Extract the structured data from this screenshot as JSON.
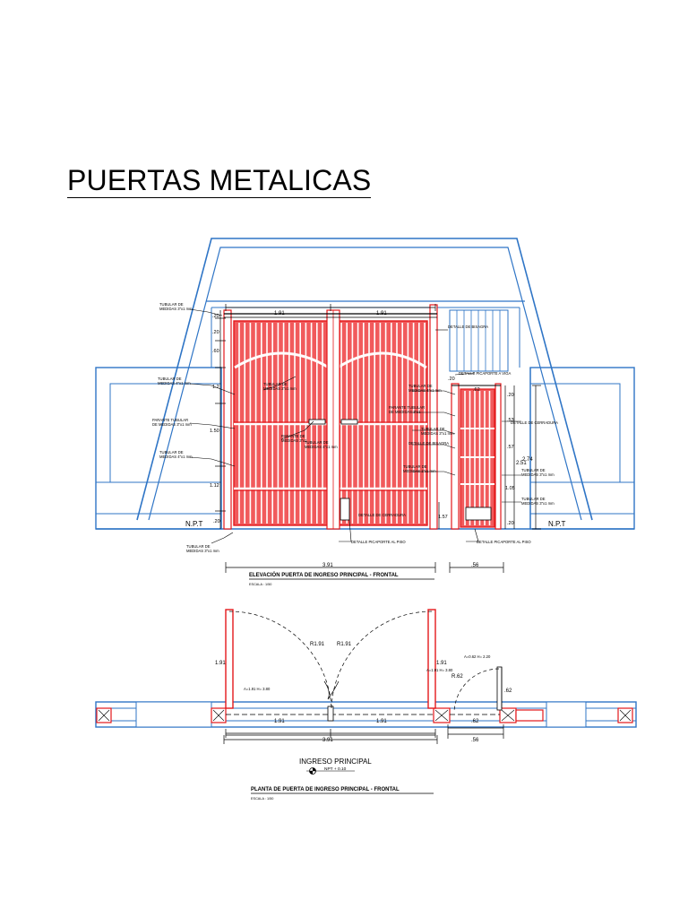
{
  "title": "PUERTAS METALICAS",
  "elevation": {
    "caption": "ELEVACIÓN PUERTA DE INGRESO PRINCIPAL - FRONTAL",
    "scale": "ESCALA : 1/50",
    "npt_left": "N.P.T",
    "npt_right": "N.P.T",
    "dims": {
      "leaf_left": "1.91",
      "leaf_right": "1.91",
      "total_width": "3.91",
      "small_width": ".56",
      "h_top": ".20",
      "h_20": ".20",
      "h_60": ".60",
      "h_12": "1.2",
      "h_150": "1.50",
      "h_112": "1.12",
      "h_bottom": ".20",
      "small_top": ".62",
      "small_a": ".20",
      "small_b": ".53",
      "small_c": ".57",
      "small_d": "2.51",
      "small_e": "1.05",
      "small_f": ".20",
      "small_total": "2.74",
      "gate_h": "1.57",
      "gate_top": ".20"
    },
    "notes": {
      "n1": "TUBULAR DE\nMEDIDAS 3\"x1 mm",
      "n2": "TUBULAR DE\nMEDIDAS 4\"x1 mm",
      "n3": "PARANTE TUBULAR\nDE MEDIDAS 3\"x1 mm",
      "n4": "TUBULAR DE\nMEDIDAS 4\"x1 mm",
      "n5": "TUBULAR DE\nMEDIDAS 3\"x1 mm",
      "n6": "TUBULAR DE\nMEDIDAS 2\"x1 mm",
      "n7": "PARANTE DE\nMEDIDAS 3\"x1",
      "n8": "DETALLE DE BISAGRA",
      "n9": "DETALLE PICAPORTE A VIGA",
      "n10": "TUBULAR DE\nMEDIDAS 4\"x1 mm",
      "n11": "PARANTE TUBULAR\nDE MEDIDAS 3\"x1",
      "n12": "TUBULAR DE\nMEDIDAS 3\"x1 mm",
      "n13": "DETALLE DE BISAGRA",
      "n14": "TUBULAR DE\nMEDIDAS 1\"x1 mm",
      "n15": "DETALLE DE CERRADURA",
      "n16": "TUBULAR DE\nMEDIDAS 3\"x1 mm",
      "n17": "DETALLE PICAPORTE AL PISO",
      "n18": "DETALLE PICAPORTE AL PISO",
      "n19": "DETALLE DE CERRADURA",
      "n20": "TUBULAR DE\nMEDIDAS 3\"x1 mm",
      "n21": "TUBULAR DE\nMEDIDAS 4\"x1 mm"
    }
  },
  "plan": {
    "caption": "PLANTA DE PUERTA DE INGRESO PRINCIPAL - FRONTAL",
    "scale": "ESCALA : 1/50",
    "room_label": "INGRESO PRINCIPAL",
    "npt_label": "NPT   + 0.10",
    "dims": {
      "arc_left": "R1.91",
      "arc_right": "R1.91",
      "left_h": "1.91",
      "right_h": "1.91",
      "w_left": "1.91",
      "w_right": "1.91",
      "total": "3.91",
      "small_w": ".62",
      "small_total": ".56",
      "small_r": ".62",
      "small_arc": "R.62"
    },
    "notes": {
      "a1": "A=1.91 H= 3.80",
      "a2": "A=1.91 H= 3.80",
      "a3": "A=0.62 H= 2.20"
    }
  },
  "colors": {
    "structure": "#2f75c6",
    "gate": "#e3181b",
    "lines": "#000000"
  }
}
